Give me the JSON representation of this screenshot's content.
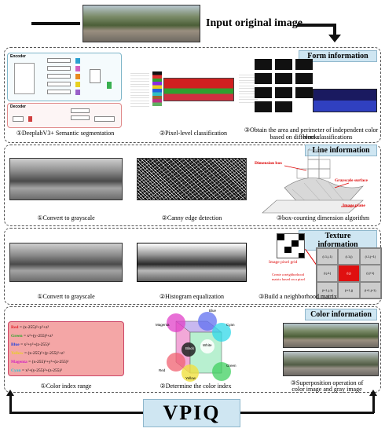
{
  "header": {
    "title": "Input original image"
  },
  "sections": {
    "form": {
      "label": "Form information",
      "encoder_label": "Encoder",
      "decoder_label": "Decoder",
      "caption1": "①DeeplabV3+ Semantic segmentation",
      "caption2": "②Pixel-level classification",
      "caption3a": "③Obtain the area and perimeter of independent color blocks",
      "caption3b": "based on different classifications"
    },
    "line": {
      "label": "Line information",
      "caption1": "①Convert to grayscale",
      "caption2": "②Canny edge detection",
      "caption3": "③box-counting dimension algorithm",
      "dimension_box": "Dimension box",
      "grayscale_surface": "Grayscale surface",
      "image_plane": "Image plane"
    },
    "texture": {
      "label": "Texture information",
      "caption1": "①Convert to grayscale",
      "caption2": "②Histogram equalization",
      "caption3": "③Build a neighborhood matrix",
      "pixel_grid": "Image pixel grid",
      "neighborhood_note_a": "Create a neighborhood",
      "neighborhood_note_b": "matrix based on a pixel",
      "matrix": [
        [
          "(i-1,j-1)",
          "(i-1,j)",
          "(i-1,j+1)"
        ],
        [
          "(i,j-1)",
          "(i,j)",
          "(i,j+1)"
        ],
        [
          "(i+1,j-1)",
          "(i+1,j)",
          "(i+1,j+1)"
        ]
      ]
    },
    "color": {
      "label": "Color information",
      "caption1": "①Color index range",
      "caption2": "②Determine the color index",
      "caption3a": "③Superposition operation of",
      "caption3b": "color image and gray image",
      "formulas": [
        {
          "name": "Red",
          "expr": "= (x-255)²+y²+z²",
          "color": "#e0202a"
        },
        {
          "name": "Green",
          "expr": "= x²+(y-255)²+z²",
          "color": "#2aa52a"
        },
        {
          "name": "Blue",
          "expr": "= x²+y²+(z-255)²",
          "color": "#2244dd"
        },
        {
          "name": "Yellow",
          "expr": "= (x-255)²+(y-255)²+z²",
          "color": "#e8d020"
        },
        {
          "name": "Magenta",
          "expr": "= (x-255)²+y²+(z-255)²",
          "color": "#d020c0"
        },
        {
          "name": "Cyan",
          "expr": "= x²+(y-255)²+(z-255)²",
          "color": "#20c8d8"
        }
      ],
      "cube_labels": {
        "blue": "Blue",
        "cyan": "Cyan",
        "magenta": "Magenta",
        "white": "White",
        "black": "Black",
        "green": "Green",
        "red": "Red",
        "yellow": "Yellow"
      }
    }
  },
  "footer": {
    "title": "VPIQ"
  }
}
